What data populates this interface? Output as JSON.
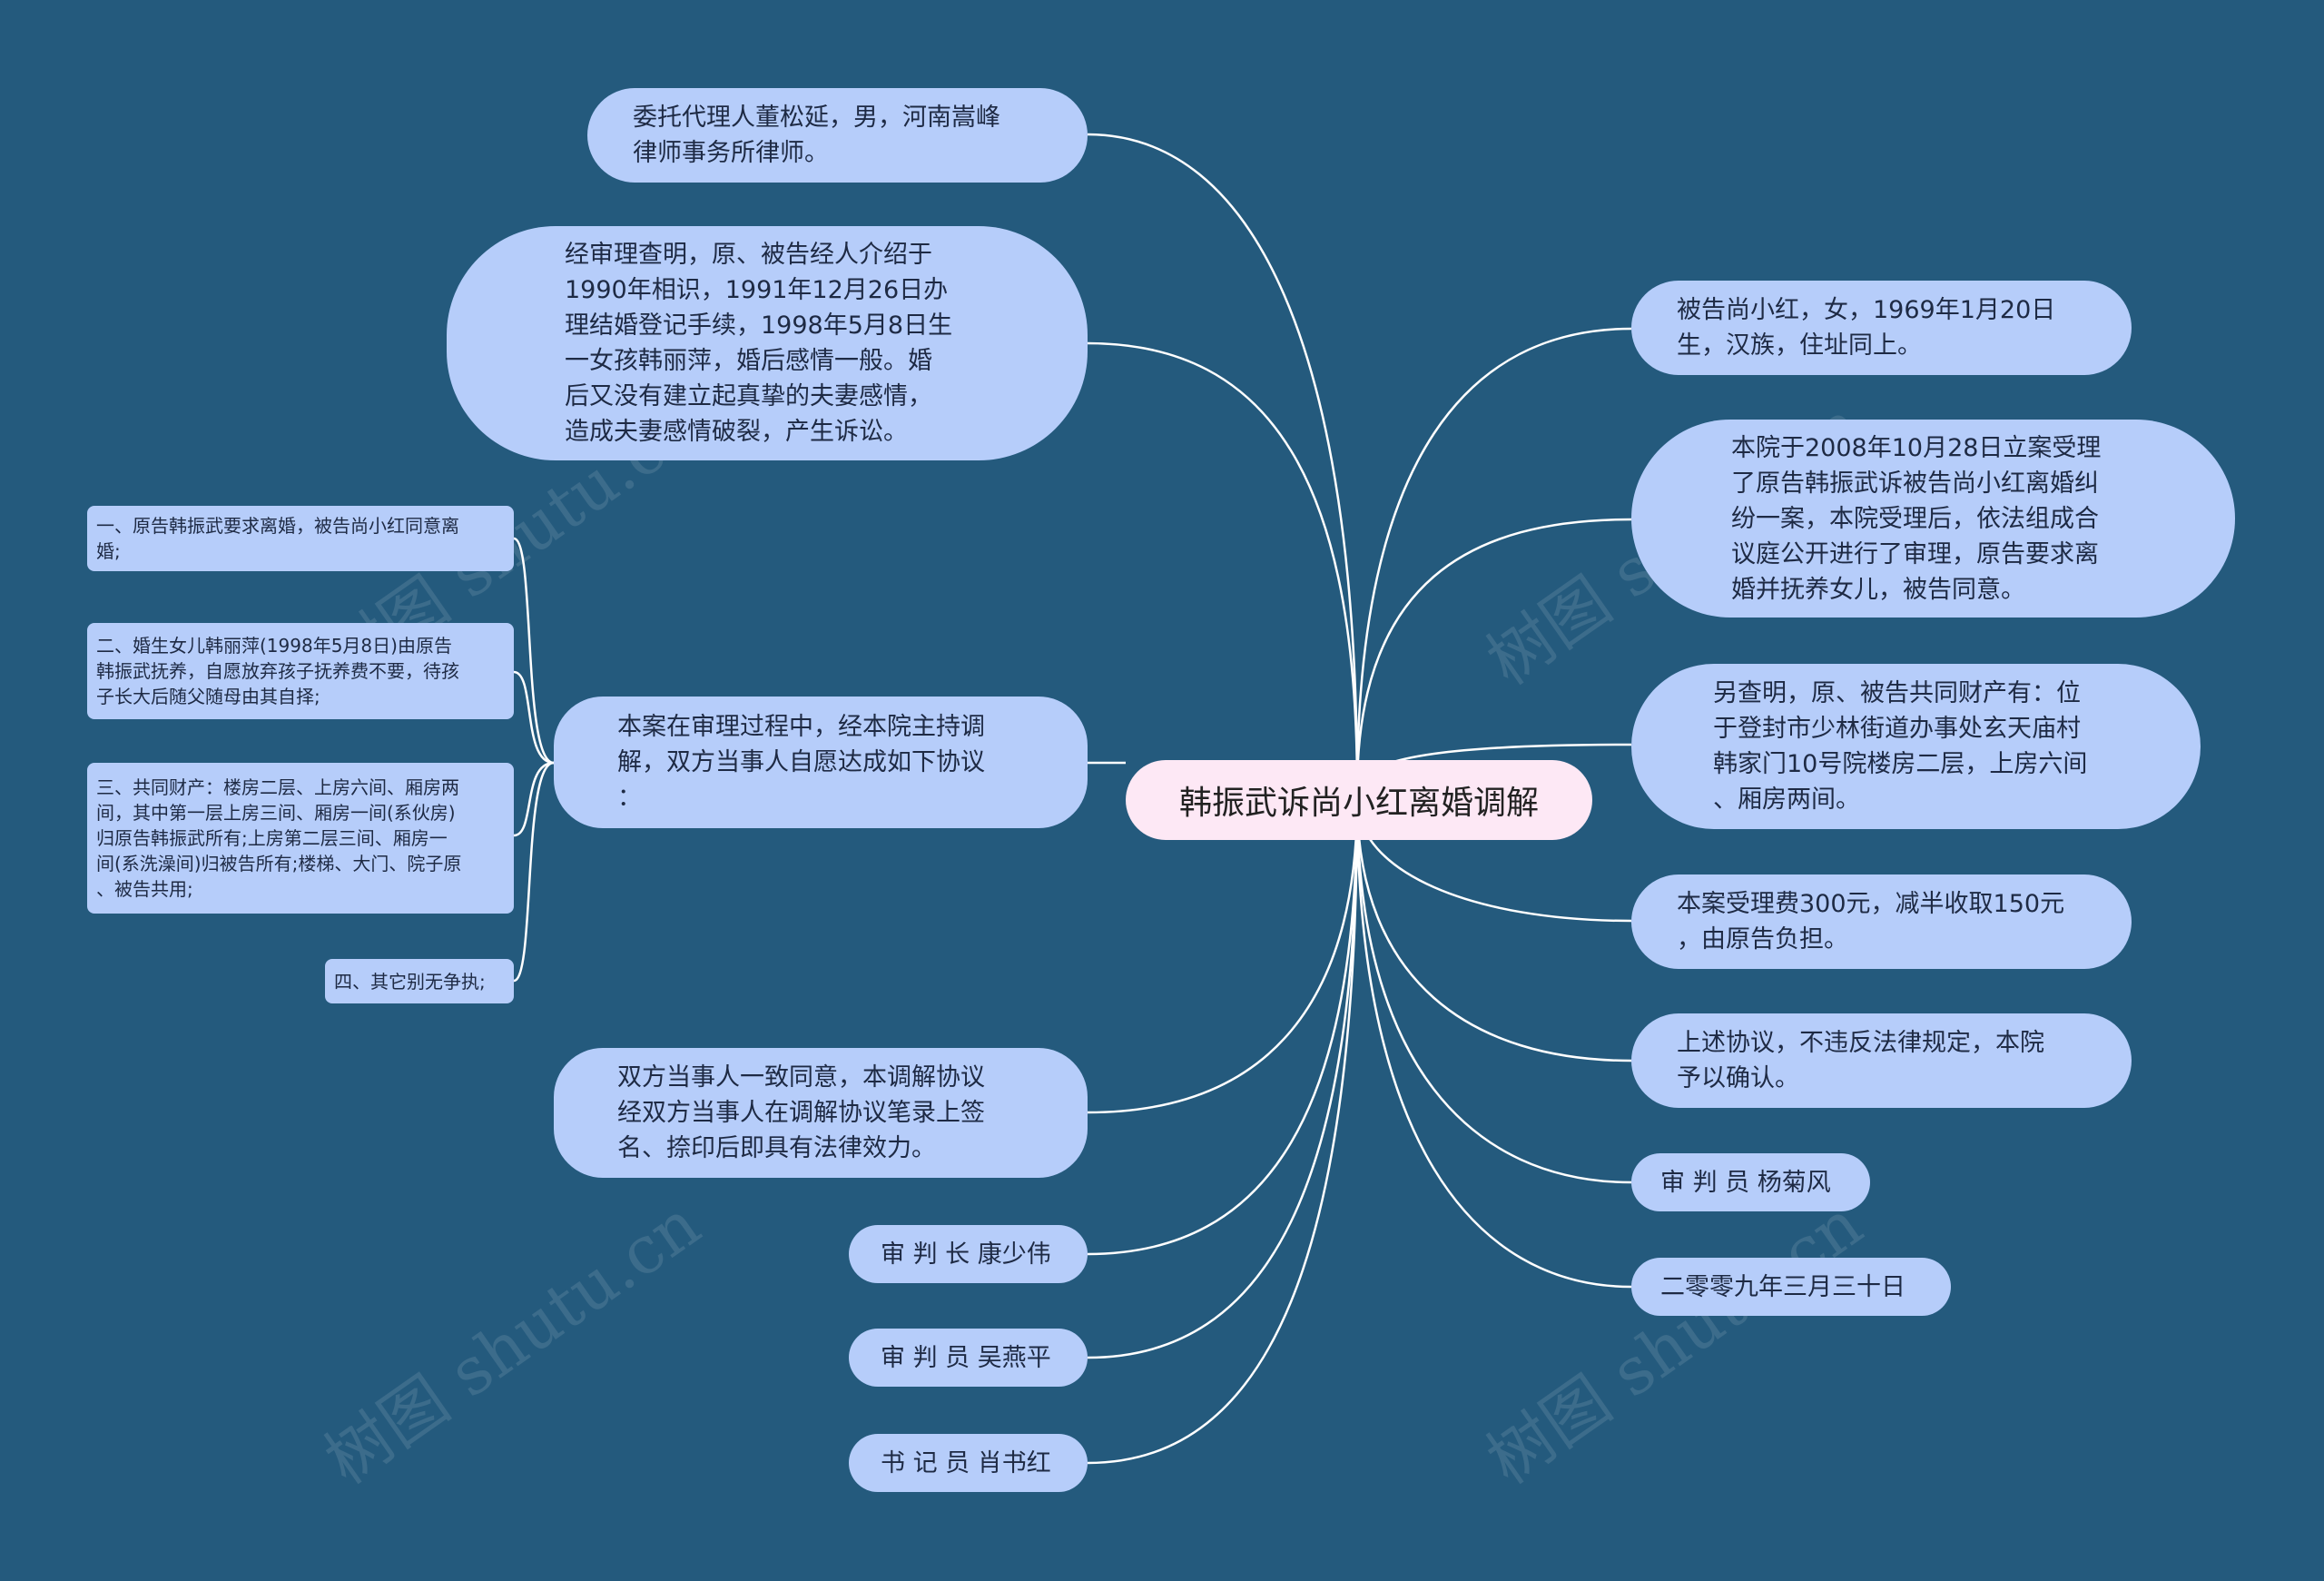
{
  "center": {
    "title": "韩振武诉尚小红离婚调解"
  },
  "left": [
    {
      "id": "agent",
      "text": "委托代理人董松延，男，河南嵩峰\n律师事务所律师。"
    },
    {
      "id": "facts",
      "text": "经审理查明，原、被告经人介绍于\n1990年相识，1991年12月26日办\n理结婚登记手续，1998年5月8日生\n一女孩韩丽萍，婚后感情一般。婚\n后又没有建立起真挚的夫妻感情，\n造成夫妻感情破裂，产生诉讼。"
    },
    {
      "id": "agreement",
      "text": "本案在审理过程中，经本院主持调\n解，双方当事人自愿达成如下协议\n："
    },
    {
      "id": "effect",
      "text": "双方当事人一致同意，本调解协议\n经双方当事人在调解协议笔录上签\n名、捺印后即具有法律效力。"
    },
    {
      "id": "chief-judge",
      "text": "审 判 长 康少伟"
    },
    {
      "id": "judge-wu",
      "text": "审 判 员 吴燕平"
    },
    {
      "id": "clerk",
      "text": "书 记 员 肖书红"
    }
  ],
  "agreement_items": [
    {
      "id": "item1",
      "text": "一、原告韩振武要求离婚，被告尚小红同意离\n婚;"
    },
    {
      "id": "item2",
      "text": "二、婚生女儿韩丽萍(1998年5月8日)由原告\n韩振武抚养，自愿放弃孩子抚养费不要，待孩\n子长大后随父随母由其自择;"
    },
    {
      "id": "item3",
      "text": "三、共同财产：楼房二层、上房六间、厢房两\n间，其中第一层上房三间、厢房一间(系伙房)\n归原告韩振武所有;上房第二层三间、厢房一\n间(系洗澡间)归被告所有;楼梯、大门、院子原\n、被告共用;"
    },
    {
      "id": "item4",
      "text": "四、其它别无争执;"
    }
  ],
  "right": [
    {
      "id": "defendant",
      "text": "被告尚小红，女，1969年1月20日\n生，汉族，住址同上。"
    },
    {
      "id": "filing",
      "text": "本院于2008年10月28日立案受理\n了原告韩振武诉被告尚小红离婚纠\n纷一案，本院受理后，依法组成合\n议庭公开进行了审理，原告要求离\n婚并抚养女儿，被告同意。"
    },
    {
      "id": "property",
      "text": "另查明，原、被告共同财产有：位\n于登封市少林街道办事处玄天庙村\n韩家门10号院楼房二层，上房六间\n、厢房两间。"
    },
    {
      "id": "fee",
      "text": "本案受理费300元，减半收取150元\n，由原告负担。"
    },
    {
      "id": "confirm",
      "text": "上述协议，不违反法律规定，本院\n予以确认。"
    },
    {
      "id": "judge-yang",
      "text": "审 判 员 杨菊风"
    },
    {
      "id": "date",
      "text": "二零零九年三月三十日"
    }
  ],
  "watermark": "树图 shutu.cn",
  "colors": {
    "background": "#245a7d",
    "node": "#b6cdfa",
    "center": "#fde8f5",
    "link": "#ffffff"
  }
}
